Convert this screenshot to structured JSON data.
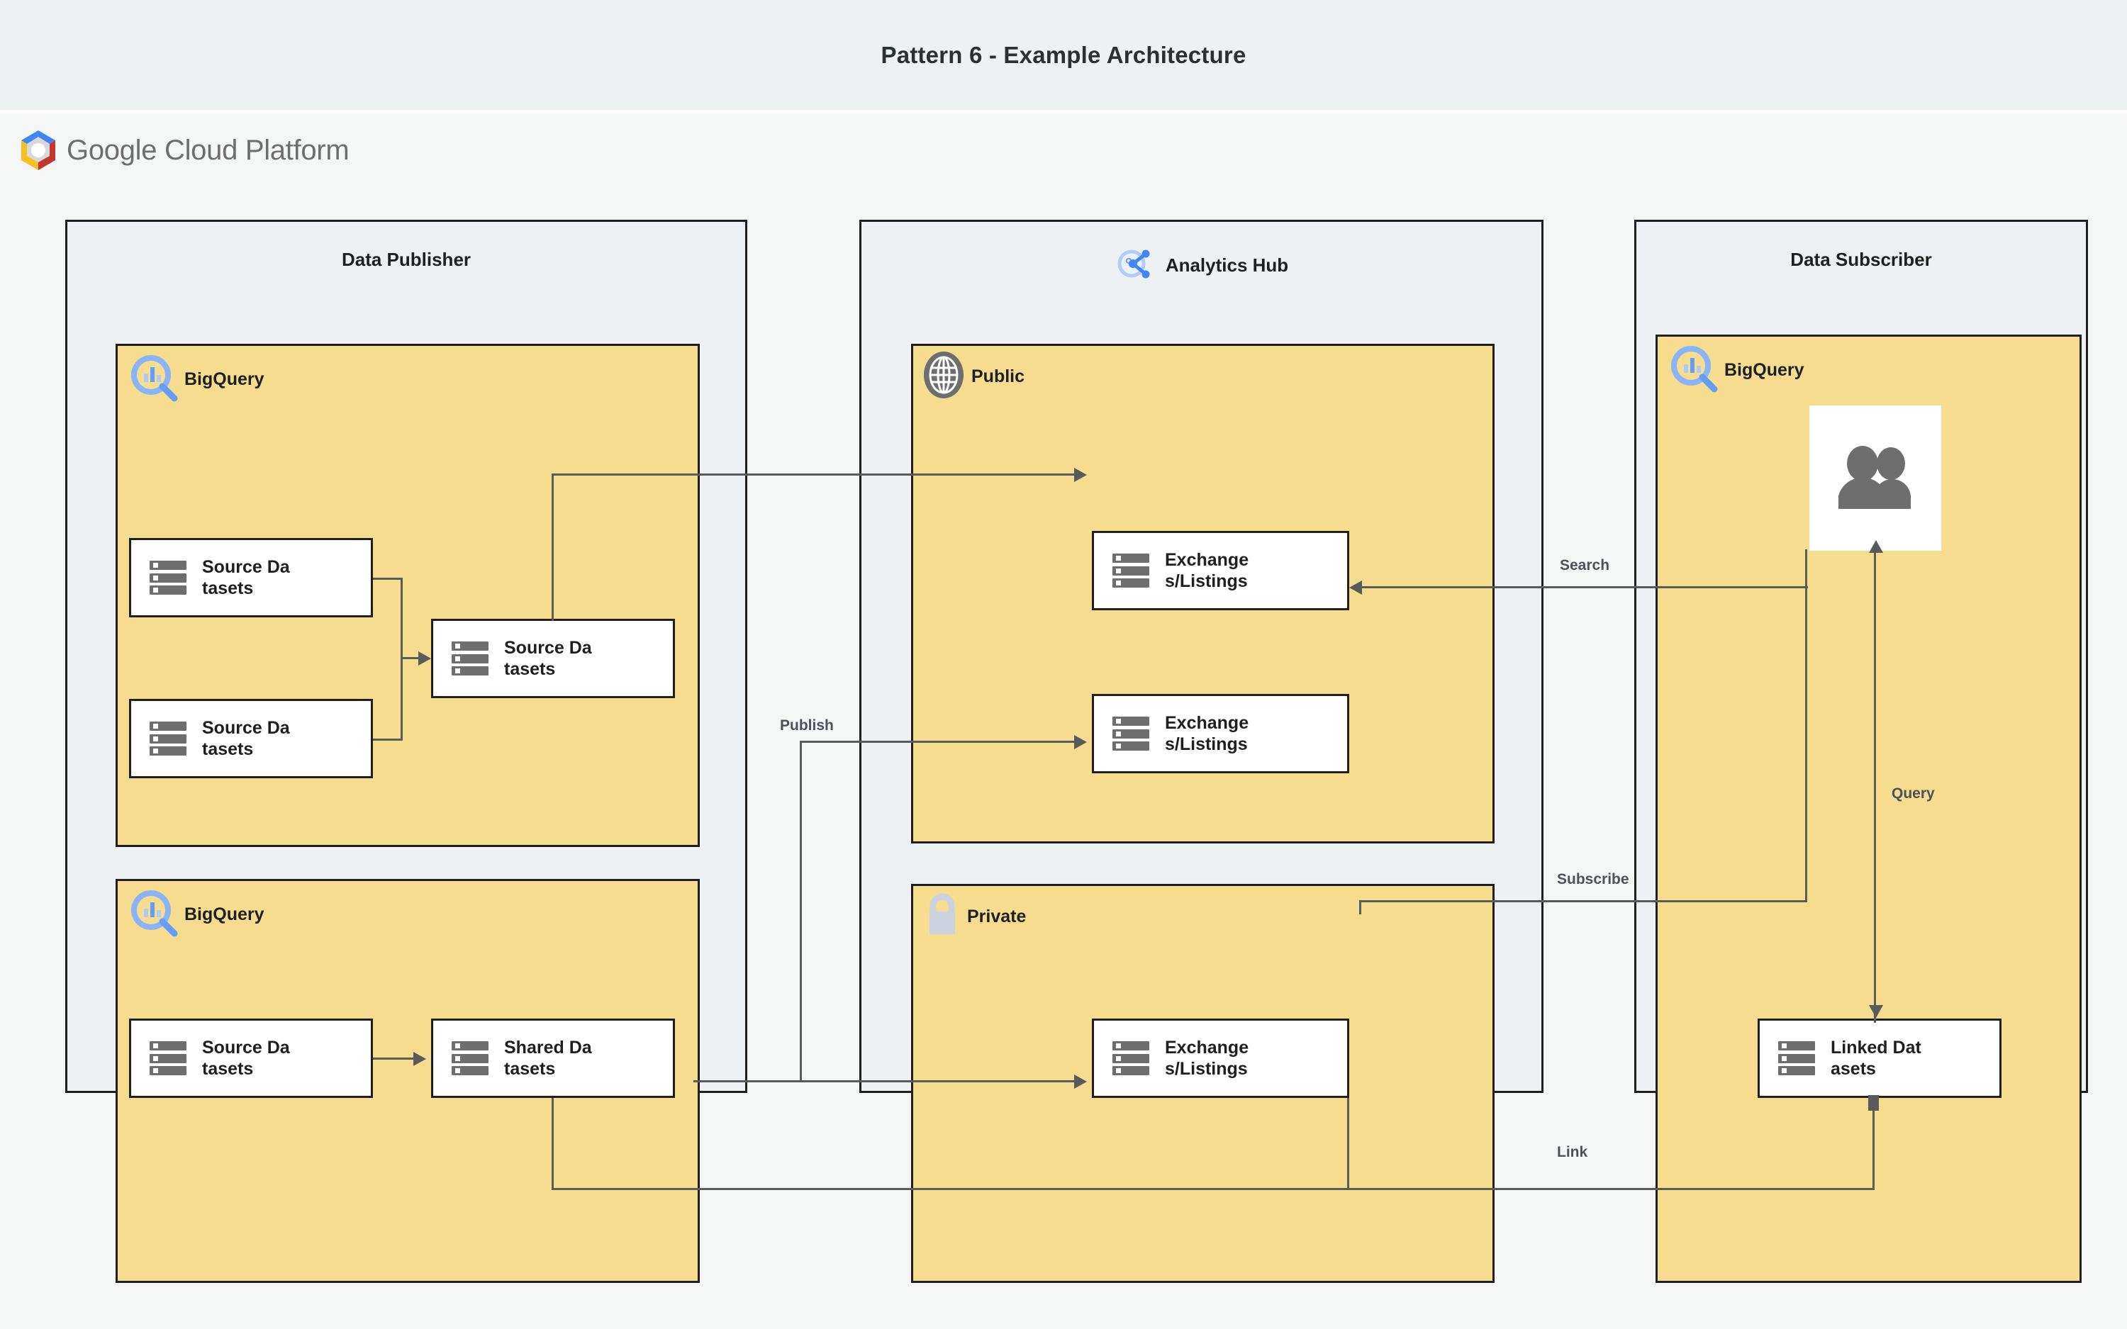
{
  "page": {
    "title": "Pattern 6 - Example Architecture",
    "brand": {
      "name": "Google Cloud Platform",
      "icon": "gcp-hexagon-icon"
    },
    "colors": {
      "title_band": "#edf1f2",
      "canvas": "#f5f6f6",
      "zone_fill": "#eef1f4",
      "panel_fill": "#f5dc8f",
      "node_fill": "#ffffff",
      "stroke": "#1f1f1f",
      "connector": "#5a5a5a",
      "icon_gray": "#6e6e6e",
      "bigquery_blue": "#669df6",
      "lock_gray": "#cdd3de"
    }
  },
  "zones": [
    {
      "id": "data-publisher",
      "title": "Data Publisher",
      "icon": null,
      "panels": [
        {
          "id": "publisher-bigquery-top",
          "label": "BigQuery",
          "icon": "bigquery-icon",
          "nodes": [
            {
              "id": "src-1",
              "label": "Source Datasets",
              "icon": "dataset-icon"
            },
            {
              "id": "src-2",
              "label": "Source Datasets",
              "icon": "dataset-icon"
            },
            {
              "id": "src-3",
              "label": "Source Datasets",
              "icon": "dataset-icon"
            }
          ]
        },
        {
          "id": "publisher-bigquery-bottom",
          "label": "BigQuery",
          "icon": "bigquery-icon",
          "nodes": [
            {
              "id": "src-4",
              "label": "Source Datasets",
              "icon": "dataset-icon"
            },
            {
              "id": "shared-1",
              "label": "Shared Datasets",
              "icon": "dataset-icon"
            }
          ]
        }
      ]
    },
    {
      "id": "analytics-hub",
      "title": "Analytics Hub",
      "icon": "analytics-hub-icon",
      "panels": [
        {
          "id": "hub-public",
          "label": "Public",
          "icon": "globe-icon",
          "nodes": [
            {
              "id": "ex-1",
              "label": "Exchanges/Listings",
              "icon": "dataset-icon"
            },
            {
              "id": "ex-2",
              "label": "Exchanges/Listings",
              "icon": "dataset-icon"
            }
          ]
        },
        {
          "id": "hub-private",
          "label": "Private",
          "icon": "lock-icon",
          "nodes": [
            {
              "id": "ex-3",
              "label": "Exchanges/Listings",
              "icon": "dataset-icon"
            }
          ]
        }
      ]
    },
    {
      "id": "data-subscriber",
      "title": "Data Subscriber",
      "icon": null,
      "panels": [
        {
          "id": "subscriber-bigquery",
          "label": "BigQuery",
          "icon": "bigquery-icon",
          "nodes": [
            {
              "id": "users-1",
              "label": "",
              "icon": "users-icon"
            },
            {
              "id": "linked-1",
              "label": "Linked Datasets",
              "icon": "dataset-icon"
            }
          ]
        }
      ]
    }
  ],
  "edges": [
    {
      "id": "edge-publish",
      "label": "Publish"
    },
    {
      "id": "edge-search",
      "label": "Search"
    },
    {
      "id": "edge-subscribe",
      "label": "Subscribe"
    },
    {
      "id": "edge-query",
      "label": "Query"
    },
    {
      "id": "edge-link",
      "label": "Link"
    }
  ]
}
